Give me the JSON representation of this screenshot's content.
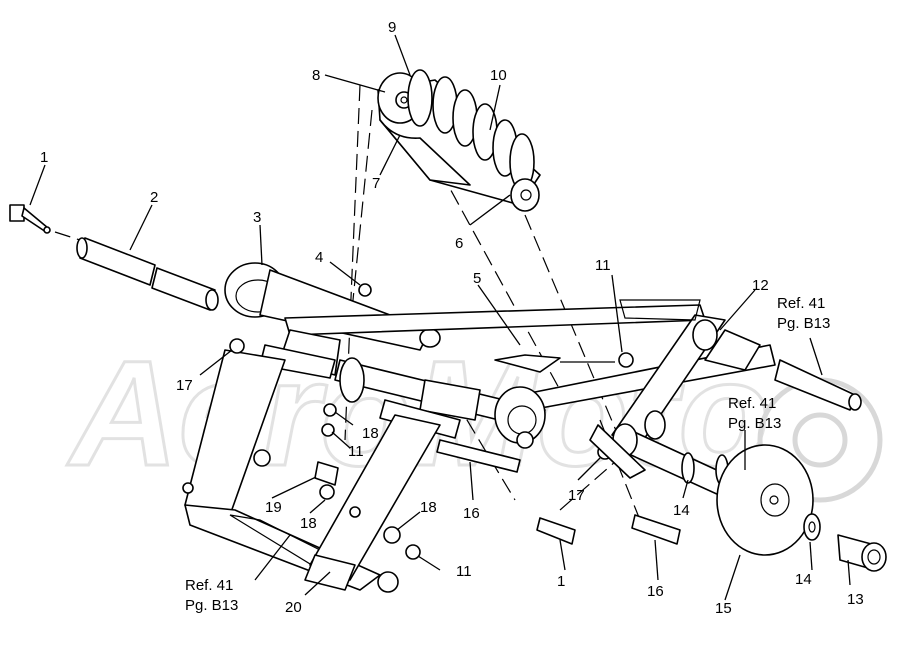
{
  "callouts": [
    {
      "id": "c1a",
      "text": "1"
    },
    {
      "id": "c2",
      "text": "2"
    },
    {
      "id": "c3",
      "text": "3"
    },
    {
      "id": "c4",
      "text": "4"
    },
    {
      "id": "c5",
      "text": "5"
    },
    {
      "id": "c6",
      "text": "6"
    },
    {
      "id": "c7",
      "text": "7"
    },
    {
      "id": "c8",
      "text": "8"
    },
    {
      "id": "c9",
      "text": "9"
    },
    {
      "id": "c10",
      "text": "10"
    },
    {
      "id": "c11a",
      "text": "11"
    },
    {
      "id": "c11b",
      "text": "11"
    },
    {
      "id": "c11c",
      "text": "11"
    },
    {
      "id": "c12",
      "text": "12"
    },
    {
      "id": "c13",
      "text": "13"
    },
    {
      "id": "c14a",
      "text": "14"
    },
    {
      "id": "c14b",
      "text": "14"
    },
    {
      "id": "c15",
      "text": "15"
    },
    {
      "id": "c16a",
      "text": "16"
    },
    {
      "id": "c16b",
      "text": "16"
    },
    {
      "id": "c17a",
      "text": "17"
    },
    {
      "id": "c17b",
      "text": "17"
    },
    {
      "id": "c18a",
      "text": "18"
    },
    {
      "id": "c18b",
      "text": "18"
    },
    {
      "id": "c18c",
      "text": "18"
    },
    {
      "id": "c19",
      "text": "19"
    },
    {
      "id": "c20",
      "text": "20"
    },
    {
      "id": "c1b",
      "text": "1"
    }
  ],
  "references": {
    "top_right": {
      "line1": "Ref. 41",
      "line2": "Pg. B13"
    },
    "mid_right": {
      "line1": "Ref. 41",
      "line2": "Pg. B13"
    },
    "bottom_left": {
      "line1": "Ref. 41",
      "line2": "Pg. B13"
    }
  },
  "watermark": {
    "text": "AeroMoto"
  }
}
